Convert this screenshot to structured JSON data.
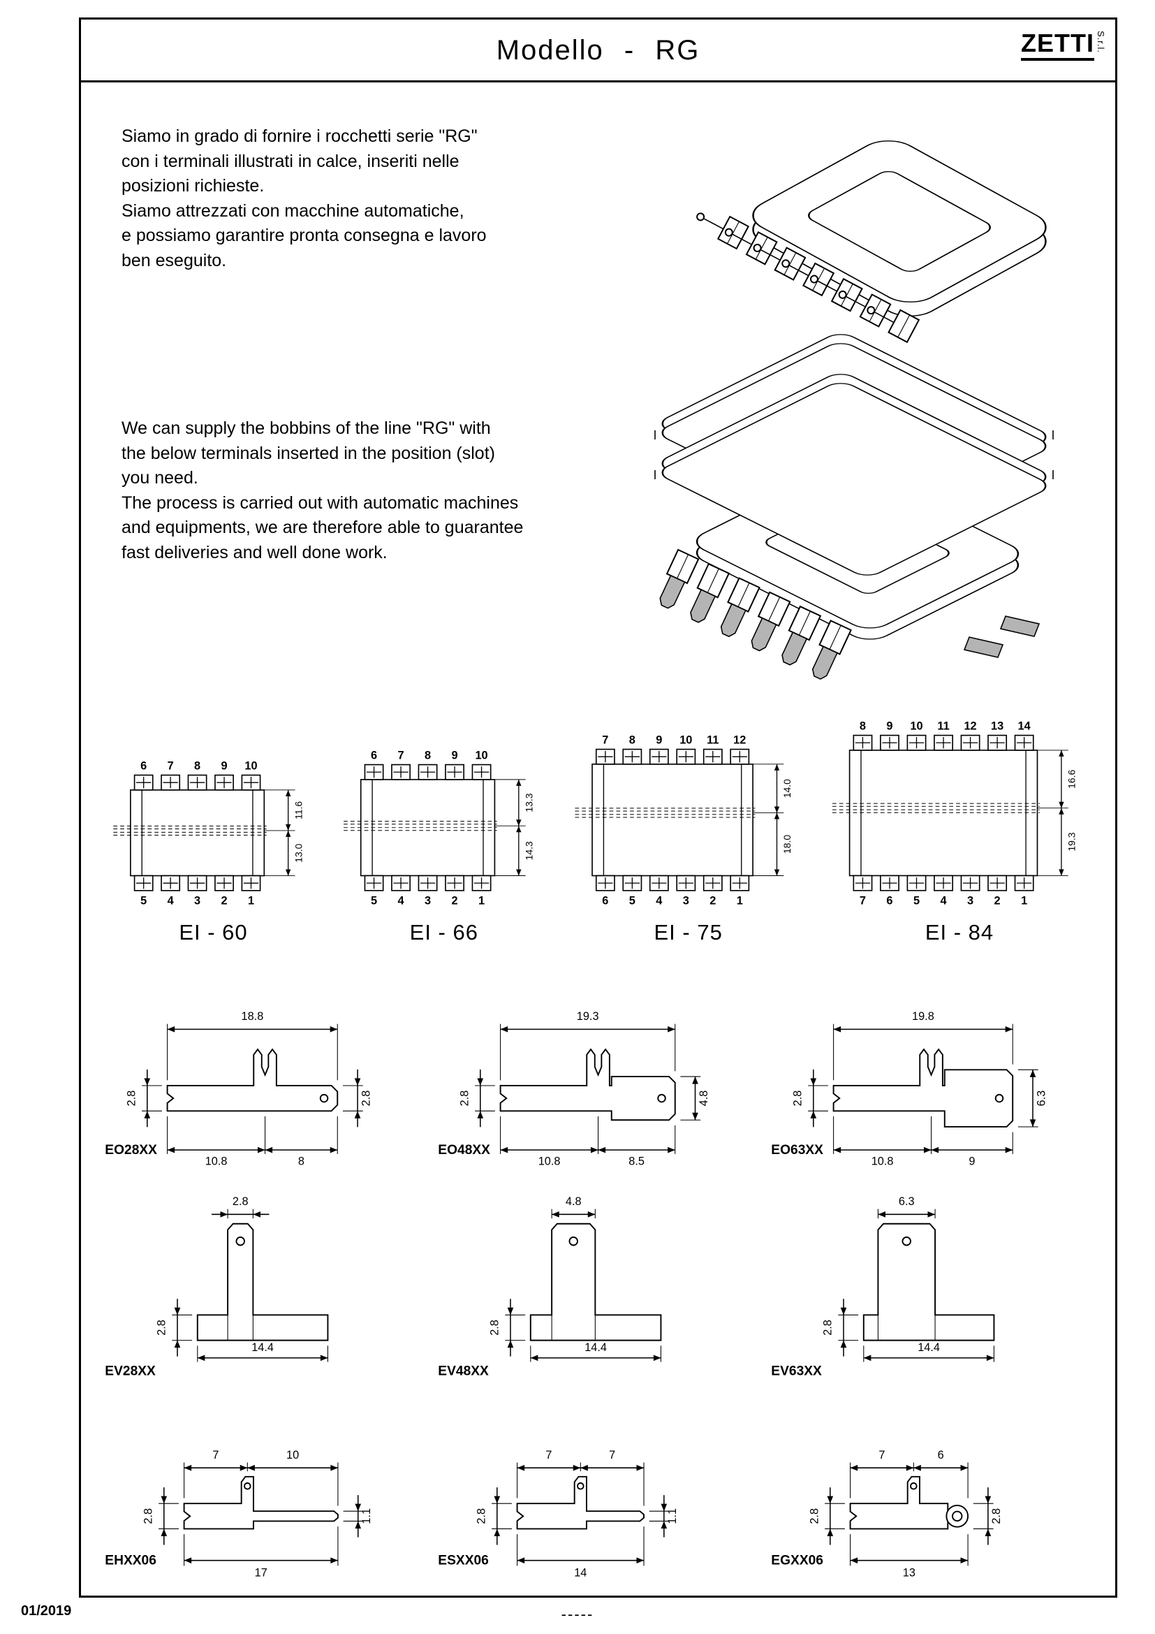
{
  "header": {
    "title": "Modello - RG",
    "brand": "ZETTI",
    "brand_suffix": "S.r.l."
  },
  "intro": {
    "italian": "Siamo in grado di fornire i rocchetti serie \"RG\"\ncon i terminali illustrati in calce, inseriti nelle\nposizioni richieste.\nSiamo attrezzati con macchine automatiche,\ne possiamo garantire pronta consegna e lavoro\nben eseguito.",
    "english": "We can supply the bobbins of the line \"RG\" with\nthe below terminals inserted in the position (slot)\nyou need.\nThe process is carried out with automatic machines\nand equipments, we are therefore able to guarantee\nfast deliveries and well done work."
  },
  "ei_diagrams": [
    {
      "name": "EI - 60",
      "top_pins": [
        "6",
        "7",
        "8",
        "9",
        "10"
      ],
      "bottom_pins": [
        "5",
        "4",
        "3",
        "2",
        "1"
      ],
      "dim_top": "11.6",
      "dim_bottom": "13.0"
    },
    {
      "name": "EI - 66",
      "top_pins": [
        "6",
        "7",
        "8",
        "9",
        "10"
      ],
      "bottom_pins": [
        "5",
        "4",
        "3",
        "2",
        "1"
      ],
      "dim_top": "13.3",
      "dim_bottom": "14.3"
    },
    {
      "name": "EI - 75",
      "top_pins": [
        "7",
        "8",
        "9",
        "10",
        "11",
        "12"
      ],
      "bottom_pins": [
        "6",
        "5",
        "4",
        "3",
        "2",
        "1"
      ],
      "dim_top": "14.0",
      "dim_bottom": "18.0"
    },
    {
      "name": "EI - 84",
      "top_pins": [
        "8",
        "9",
        "10",
        "11",
        "12",
        "13",
        "14"
      ],
      "bottom_pins": [
        "7",
        "6",
        "5",
        "4",
        "3",
        "2",
        "1"
      ],
      "dim_top": "16.6",
      "dim_bottom": "19.3"
    }
  ],
  "terminals": [
    {
      "code": "EO28XX",
      "type": "EO",
      "dim_width": "18.8",
      "dim_left": "2.8",
      "dim_right": "2.8",
      "dim_b1": "10.8",
      "dim_b2": "8"
    },
    {
      "code": "EO48XX",
      "type": "EO",
      "dim_width": "19.3",
      "dim_left": "2.8",
      "dim_right": "4.8",
      "dim_b1": "10.8",
      "dim_b2": "8.5"
    },
    {
      "code": "EO63XX",
      "type": "EO",
      "dim_width": "19.8",
      "dim_left": "2.8",
      "dim_right": "6.3",
      "dim_b1": "10.8",
      "dim_b2": "9"
    },
    {
      "code": "EV28XX",
      "type": "EV",
      "dim_top": "2.8",
      "dim_left": "2.8",
      "dim_bottom": "14.4"
    },
    {
      "code": "EV48XX",
      "type": "EV",
      "dim_top": "4.8",
      "dim_left": "2.8",
      "dim_bottom": "14.4"
    },
    {
      "code": "EV63XX",
      "type": "EV",
      "dim_top": "6.3",
      "dim_left": "2.8",
      "dim_bottom": "14.4"
    },
    {
      "code": "EHXX06",
      "type": "EH",
      "dim_t1": "7",
      "dim_t2": "10",
      "dim_left": "2.8",
      "dim_right": "1.1",
      "dim_bottom": "17"
    },
    {
      "code": "ESXX06",
      "type": "ES",
      "dim_t1": "7",
      "dim_t2": "7",
      "dim_left": "2.8",
      "dim_right": "1.1",
      "dim_bottom": "14"
    },
    {
      "code": "EGXX06",
      "type": "EG",
      "dim_t1": "7",
      "dim_t2": "6",
      "dim_left": "2.8",
      "dim_right": "2.8",
      "dim_bottom": "13"
    }
  ],
  "footer": {
    "date": "01/2019",
    "center": "-----"
  }
}
